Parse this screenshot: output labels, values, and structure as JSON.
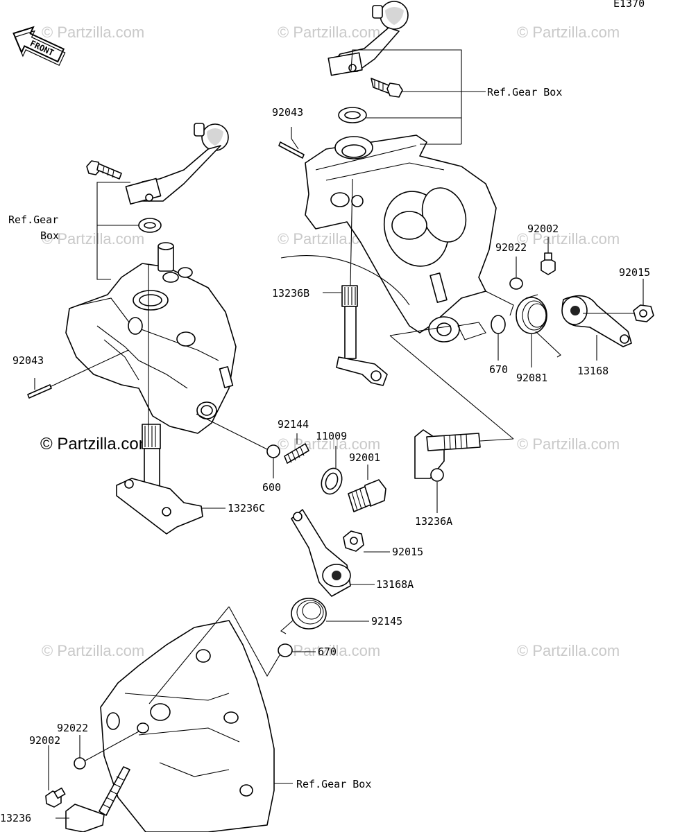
{
  "diagram_code": "E1370",
  "front_label": "FRONT",
  "watermark": "© Partzilla.com",
  "watermark_bold": "© Partzilla.com",
  "labels": {
    "p92043_top": "92043",
    "p92043_left": "92043",
    "ref_gear_box_top": "Ref.Gear Box",
    "ref_gear_box_left_1": "Ref.Gear",
    "ref_gear_box_left_2": "Box",
    "ref_gear_box_bottom": "Ref.Gear Box",
    "p92002_right": "92002",
    "p92022_right": "92022",
    "p92015_right": "92015",
    "p13236B": "13236B",
    "p670_right": "670",
    "p92081": "92081",
    "p13168": "13168",
    "p92144": "92144",
    "p11009": "11009",
    "p92001": "92001",
    "p600": "600",
    "p13236A": "13236A",
    "p13236C": "13236C",
    "p92015_mid": "92015",
    "p13168A": "13168A",
    "p92145": "92145",
    "p670_mid": "670",
    "p92022_left": "92022",
    "p92002_left": "92002",
    "p13236": "13236"
  }
}
